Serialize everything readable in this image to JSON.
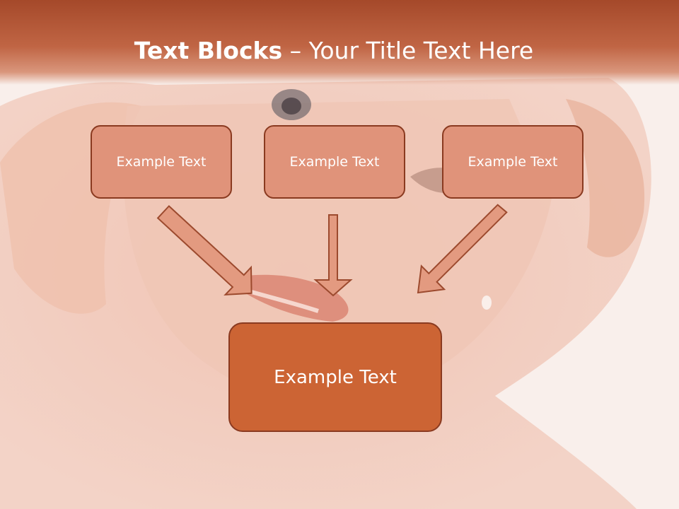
{
  "slide": {
    "title_bold": "Text Blocks",
    "title_dash": "–",
    "title_normal": "Your Title Text Here"
  },
  "diagram": {
    "top_boxes": [
      "Example Text",
      "Example Text",
      "Example Text"
    ],
    "bottom_box": "Example Text"
  },
  "colors": {
    "title_bar": "#b9593a",
    "top_box_fill": "#e0937a",
    "bottom_box_fill": "#cc6434",
    "border": "#8a3a20",
    "arrow_fill": "#e39a80"
  }
}
